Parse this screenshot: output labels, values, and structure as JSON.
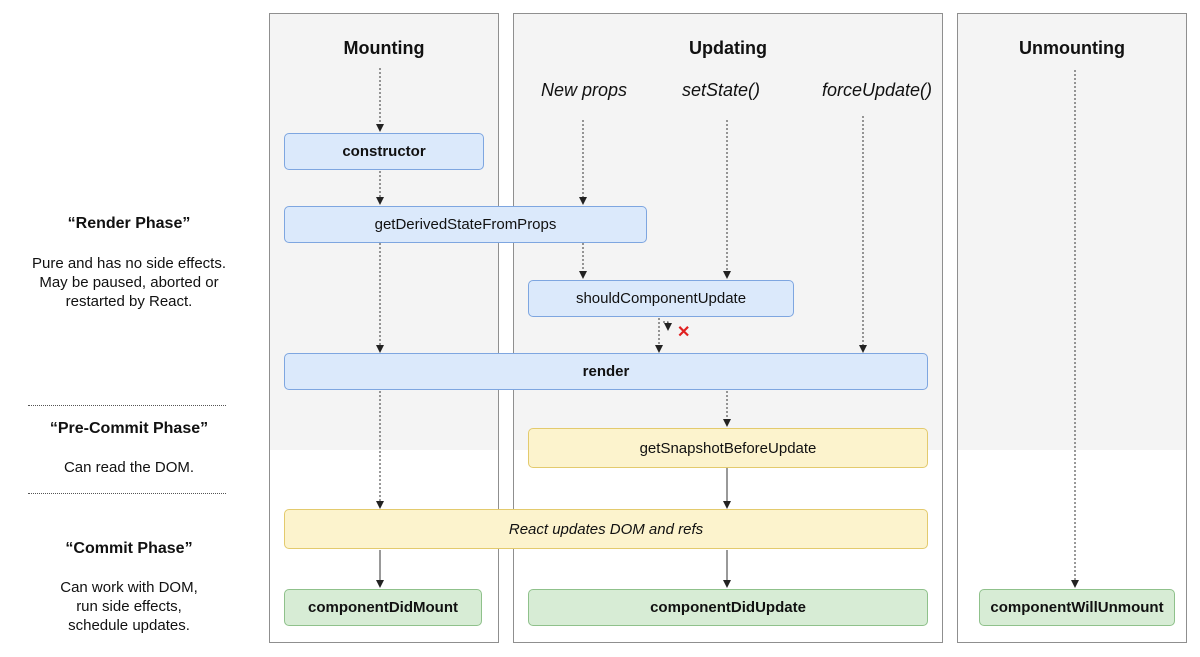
{
  "columns": {
    "mounting": "Mounting",
    "updating": "Updating",
    "unmounting": "Unmounting"
  },
  "triggers": {
    "new_props": "New props",
    "set_state": "setState()",
    "force_update": "forceUpdate()"
  },
  "methods": {
    "constructor": "constructor",
    "get_derived_state": "getDerivedStateFromProps",
    "should_update": "shouldComponentUpdate",
    "render": "render",
    "get_snapshot": "getSnapshotBeforeUpdate",
    "react_updates": "React updates DOM and refs",
    "did_mount": "componentDidMount",
    "did_update": "componentDidUpdate",
    "will_unmount": "componentWillUnmount"
  },
  "phases": {
    "render_title": "“Render Phase”",
    "render_desc_1": "Pure and has no side effects.",
    "render_desc_2": "May be paused, aborted or",
    "render_desc_3": "restarted by React.",
    "precommit_title": "“Pre-Commit Phase”",
    "precommit_desc": "Can read the DOM.",
    "commit_title": "“Commit Phase”",
    "commit_desc_1": "Can work with DOM,",
    "commit_desc_2": "run side effects,",
    "commit_desc_3": "schedule updates."
  },
  "cancel_mark": "✕",
  "colors": {
    "render_phase_box": "#dbe9fb",
    "precommit_box": "#fcf3cd",
    "commit_box": "#d7ecd5",
    "cancel": "#e02020"
  }
}
